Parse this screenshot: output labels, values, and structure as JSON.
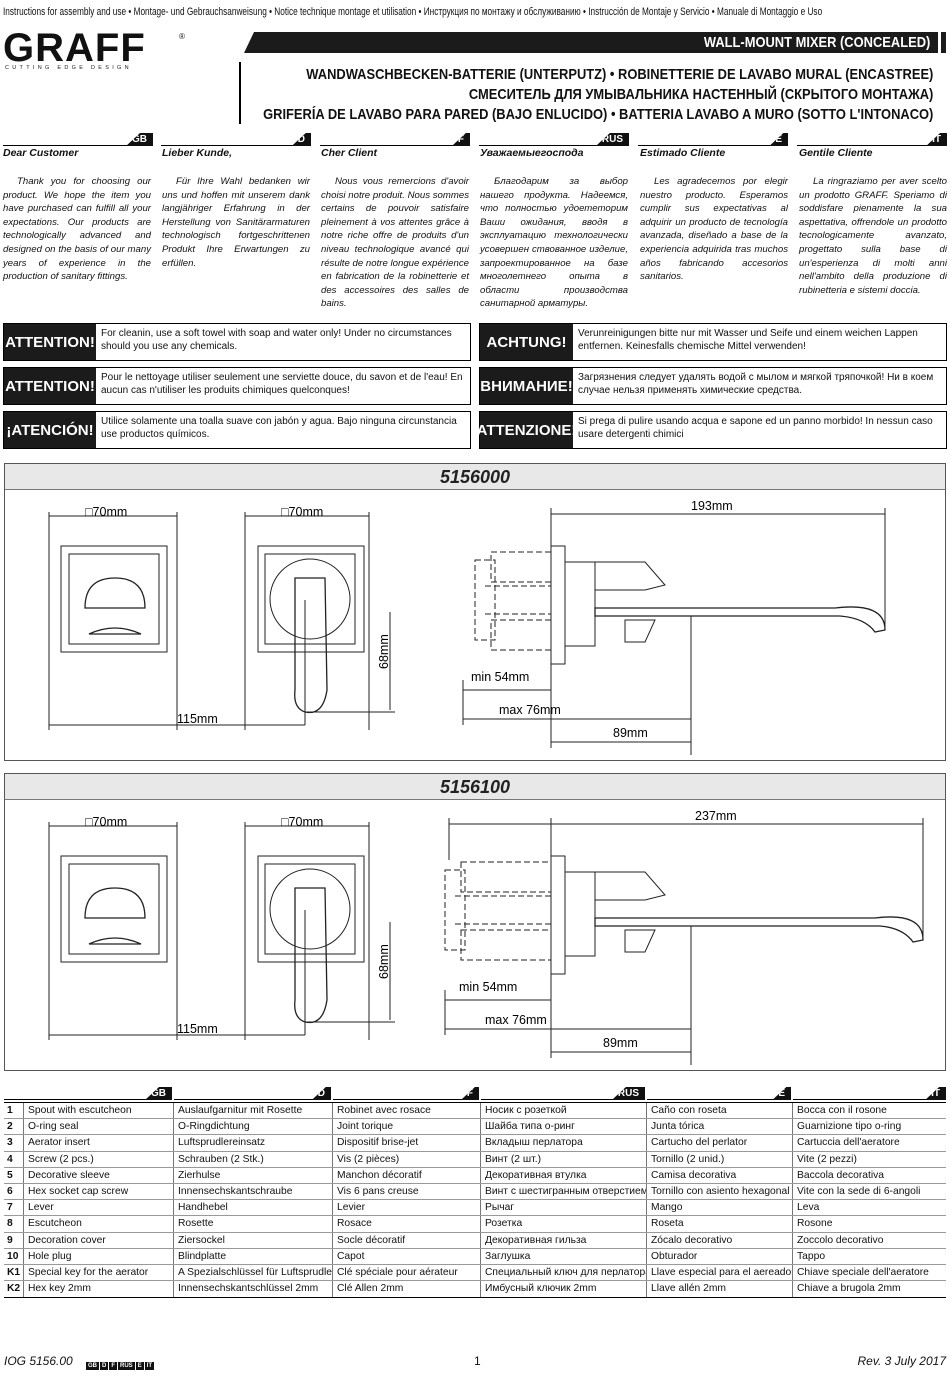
{
  "header": {
    "top_line": "Instructions for assembly and use • Montage- und Gebrauchsanweisung • Notice technique montage et utilisation • Инструкция по монтажу и обслуживанию • Instrucción de Montaje y Servicio • Manuale di Montaggio e Uso",
    "brand": "GRAFF",
    "tagline": "CUTTING EDGE DESIGN",
    "product_title": "WALL-MOUNT MIXER (CONCEALED)",
    "subtitle_lines": [
      "WANDWASCHBECKEN-BATTERIE (UNTERPUTZ) • ROBINETTERIE DE LAVABO MURAL (ENCASTREE)",
      "СМЕСИТЕЛЬ ДЛЯ УМЫВАЛЬНИКА НАСТЕННЫЙ (СКРЫТОГО МОНТАЖА)",
      "GRIFERÍA DE LAVABO PARA PARED (BAJO ENLUCIDO) • BATTERIA LAVABO A MURO (SOTTO L'INTONACO)"
    ]
  },
  "languages": [
    "GB",
    "D",
    "F",
    "RUS",
    "E",
    "IT"
  ],
  "intro": [
    {
      "salutation": "Dear Customer",
      "text": "Thank you for choosing our product. We hope the item you have purchased can fulfill all your expectations. Our products are technologically advanced and designed on the basis of our many years of experience in the production of sanitary fittings."
    },
    {
      "salutation": "Lieber Kunde,",
      "text": "Für Ihre Wahl bedanken wir uns und hoffen mit unserem dank langjähriger Erfahrung in der Herstellung von Sanitärarmaturen technologisch fortgeschrittenen Produkt Ihre Erwartungen zu erfüllen."
    },
    {
      "salutation": "Cher Client",
      "text": "Nous vous remercions d'avoir choisi notre produit. Nous sommes certains de pouvoir satisfaire pleinement à vos attentes grâce à notre riche offre de produits d'un niveau technologique avancé qui résulte de notre longue expérience en fabrication de la robinetterie et des accessoires des salles de bains."
    },
    {
      "salutation": "Уважаемыегоспода",
      "text": "Благодарим за выбор нашего продукта. Надеемся, что полностью удоететорим Ваши ожидания, вводя в эксплуатацию технологически усовершен ствованное изделие, запроектированное на базе многолетнего опыта в области производства санитарной арматуры."
    },
    {
      "salutation": "Estimado Cliente",
      "text": "Les agradecemos por elegir nuestro producto. Esperamos cumplir sus expectativas al adquirir un producto de tecnología avanzada, diseñado a base de la experiencia adquirida tras muchos años fabricando accesorios sanitarios."
    },
    {
      "salutation": "Gentile Cliente",
      "text": "La ringraziamo per aver scelto un prodotto GRAFF. Speriamo di soddisfare pienamente la sua aspettativa, offrendole un prodotto tecnologicamente avanzato, progettato sulla base di un'esperienza di molti anni nell'ambito della produzione di rubinetteria e sistemi doccia."
    }
  ],
  "warnings": [
    {
      "label": "ATTENTION!",
      "text": "For cleanin, use a soft towel with soap and water only! Under no circumstances should you use any chemicals."
    },
    {
      "label": "ACHTUNG!",
      "text": "Verunreinigungen bitte nur mit Wasser und Seife und einem weichen Lappen entfernen. Keinesfalls chemische Mittel verwenden!"
    },
    {
      "label": "ATTENTION!",
      "text": "Pour le nettoyage utiliser seulement une serviette douce, du savon et de l'eau! En aucun cas n'utiliser les produits chimiques quelconques!"
    },
    {
      "label": "ВНИМАНИЕ!",
      "text": "Загрязнения следует удалять водой с мылом и мягкой тряпочкой! Ни в коем случае нельзя применять химические средства."
    },
    {
      "label": "¡ATENCIÓN!",
      "text": "Utilice solamente una toalla suave con jabón y agua. Bajo ninguna circunstancia use productos químicos."
    },
    {
      "label": "ATTENZIONE!",
      "text": "Si prega di pulire usando acqua e sapone ed un panno morbido! In nessun caso usare detergenti chimici"
    }
  ],
  "drawings": [
    {
      "model": "5156000",
      "dims": {
        "square1": "□70mm",
        "square2": "□70mm",
        "height": "68mm",
        "width": "115mm",
        "overall": "193mm",
        "min": "min 54mm",
        "max": "max 76mm",
        "spout": "89mm"
      }
    },
    {
      "model": "5156100",
      "dims": {
        "square1": "□70mm",
        "square2": "□70mm",
        "height": "68mm",
        "width": "115mm",
        "overall": "237mm",
        "min": "min 54mm",
        "max": "max 76mm",
        "spout": "89mm"
      }
    }
  ],
  "parts": [
    {
      "no": "1",
      "gb": "Spout with escutcheon",
      "d": "Auslaufgarnitur mit Rosette",
      "f": "Robinet avec rosace",
      "rus": "Носик с розеткой",
      "e": "Caño con roseta",
      "it": "Bocca con il rosone"
    },
    {
      "no": "2",
      "gb": "O-ring seal",
      "d": "O-Ringdichtung",
      "f": "Joint torique",
      "rus": "Шайба типа о-ринг",
      "e": "Junta tórica",
      "it": "Guarnizione tipo o-ring"
    },
    {
      "no": "3",
      "gb": "Aerator insert",
      "d": "Luftsprudlereinsatz",
      "f": "Dispositif brise-jet",
      "rus": "Вкладыш перлатора",
      "e": "Cartucho del perlator",
      "it": "Cartuccia dell'aeratore"
    },
    {
      "no": "4",
      "gb": "Screw (2 pcs.)",
      "d": "Schrauben (2 Stk.)",
      "f": "Vis (2 pièces)",
      "rus": "Винт (2 шт.)",
      "e": "Tornillo (2 unid.)",
      "it": "Vite (2 pezzi)"
    },
    {
      "no": "5",
      "gb": "Decorative sleeve",
      "d": "Zierhulse",
      "f": "Manchon décoratif",
      "rus": "Декоративная втулка",
      "e": "Camisa decorativa",
      "it": "Baccola decorativa"
    },
    {
      "no": "6",
      "gb": "Hex socket cap screw",
      "d": "Innensechskantschraube",
      "f": "Vis 6 pans creuse",
      "rus": "Винт с шестигранным отверстием",
      "e": "Tornillo con asiento hexagonal",
      "it": "Vite con la sede di 6-angoli"
    },
    {
      "no": "7",
      "gb": "Lever",
      "d": "Handhebel",
      "f": "Levier",
      "rus": "Рычаг",
      "e": "Mango",
      "it": "Leva"
    },
    {
      "no": "8",
      "gb": "Escutcheon",
      "d": "Rosette",
      "f": "Rosace",
      "rus": "Розетка",
      "e": "Roseta",
      "it": "Rosone"
    },
    {
      "no": "9",
      "gb": "Decoration cover",
      "d": "Ziersockel",
      "f": "Socle décoratif",
      "rus": "Декоративная гильза",
      "e": "Zócalo decorativo",
      "it": "Zoccolo decorativo"
    },
    {
      "no": "10",
      "gb": "Hole plug",
      "d": "Blindplatte",
      "f": "Capot",
      "rus": "Заглушка",
      "e": "Obturador",
      "it": "Tappo"
    },
    {
      "no": "K1",
      "gb": "Special key for the aerator",
      "d": "A Spezialschlüssel für Luftsprudler",
      "f": "Clé spéciale pour aérateur",
      "rus": "Специальный ключ для перлатора",
      "e": "Llave especial para el aereador",
      "it": "Chiave speciale dell'aeratore"
    },
    {
      "no": "K2",
      "gb": "Hex key 2mm",
      "d": "Innensechskantschlüssel 2mm",
      "f": "Clé Allen 2mm",
      "rus": "Имбусный ключик 2mm",
      "e": "Llave allén 2mm",
      "it": "Chiave a brugola 2mm"
    }
  ],
  "footer": {
    "doc_code": "IOG 5156.00",
    "badges": [
      "GB",
      "D",
      "F",
      "RUS",
      "E",
      "IT"
    ],
    "page": "1",
    "revision": "Rev. 3 July 2017"
  }
}
